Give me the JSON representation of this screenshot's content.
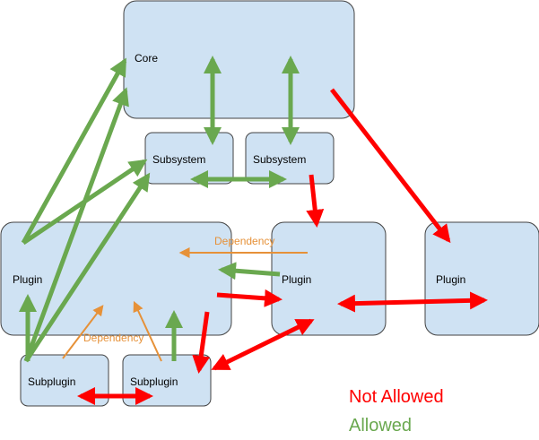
{
  "nodes": {
    "core": "Core",
    "subsystem_left": "Subsystem",
    "subsystem_right": "Subsystem",
    "plugin_left": "Plugin",
    "plugin_middle": "Plugin",
    "plugin_right": "Plugin",
    "subplugin_left": "Subplugin",
    "subplugin_right": "Subplugin"
  },
  "annotations": {
    "dependency_top": "Dependency",
    "dependency_bottom": "Dependency"
  },
  "legend": {
    "not_allowed": "Not Allowed",
    "allowed": "Allowed"
  },
  "colors": {
    "allowed": "#6aa84f",
    "not_allowed": "#ff0000",
    "dependency": "#e69138",
    "box_fill": "#cfe2f3",
    "box_stroke": "#434343"
  }
}
